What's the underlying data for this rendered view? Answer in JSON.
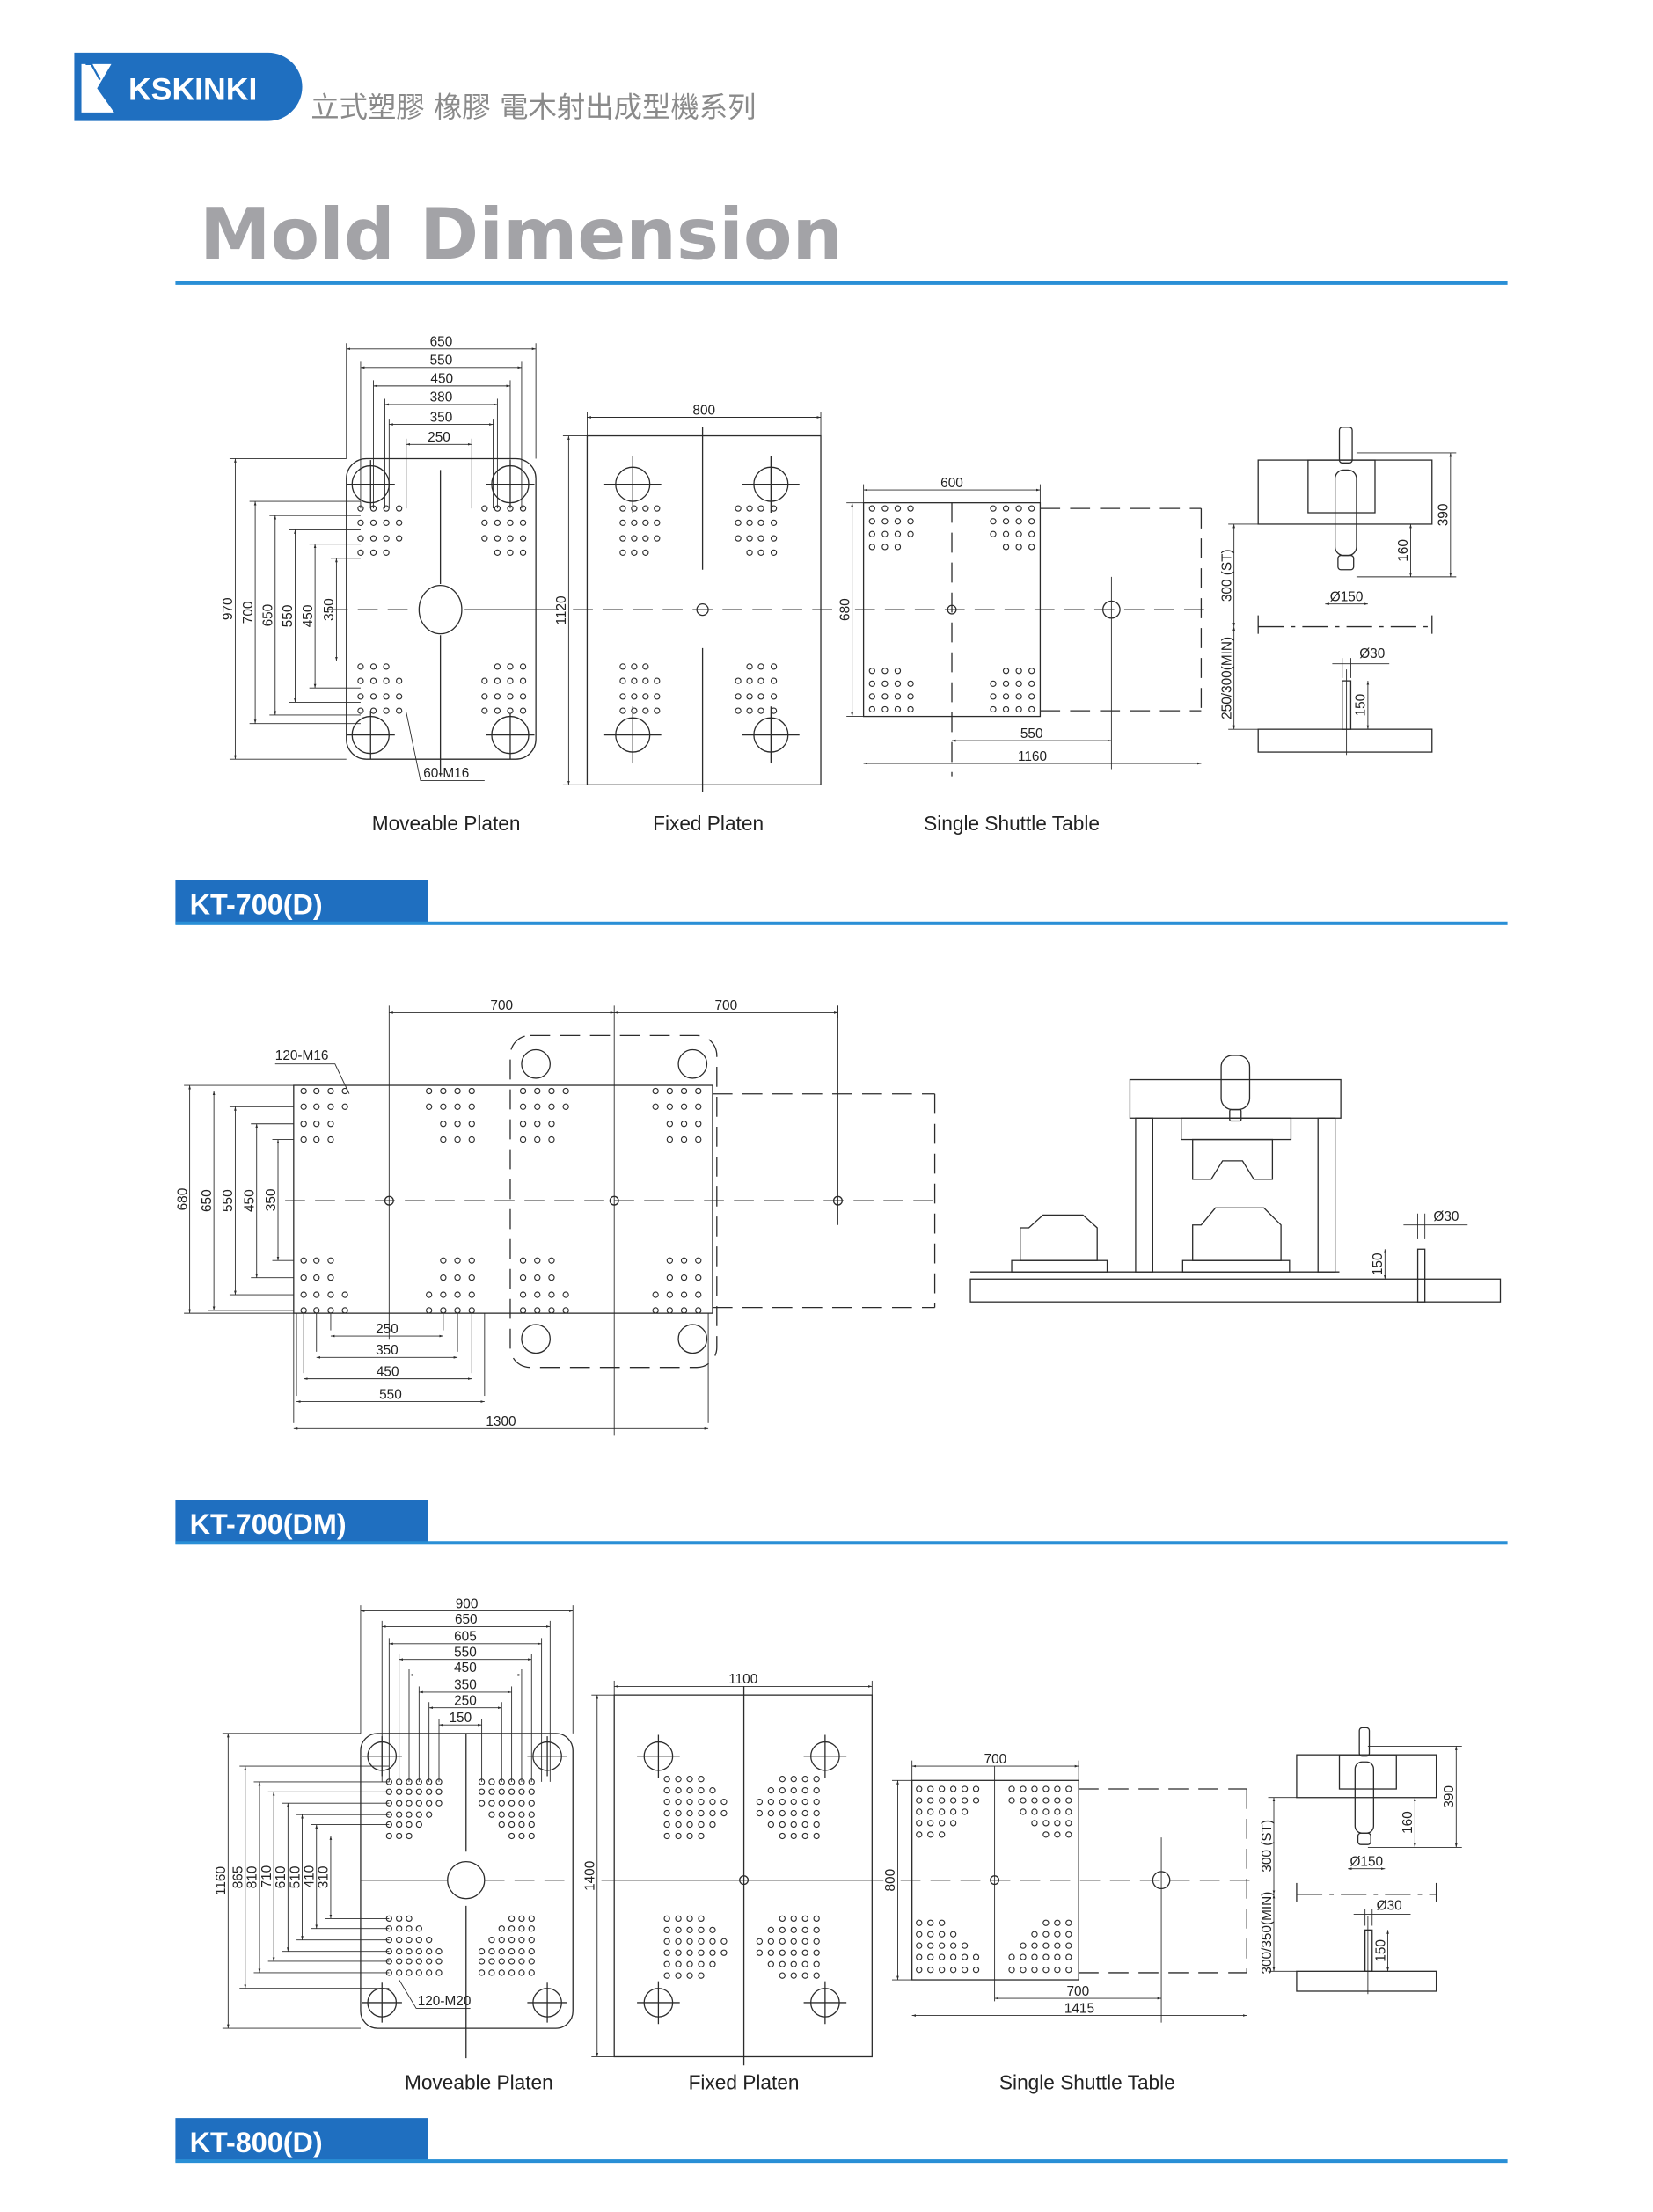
{
  "header": {
    "brand": "KSKINKI",
    "subtitle": "立式塑膠  橡膠  電木射出成型機系列"
  },
  "title": "Mold Dimension",
  "colors": {
    "accent": "#1f6fc0",
    "rule": "#2a8fd6",
    "title_gray": "#a3a3a7"
  },
  "kt700d": {
    "model": "KT-700(D)",
    "moveable": {
      "caption": "Moveable Platen",
      "width_dims": [
        "650",
        "550",
        "450",
        "380",
        "350",
        "250"
      ],
      "height_dims": [
        "970",
        "700",
        "650",
        "550",
        "450",
        "350"
      ],
      "holes": "60-M16"
    },
    "fixed": {
      "caption": "Fixed Platen",
      "width": "800",
      "height": "1120"
    },
    "shuttle": {
      "caption": "Single Shuttle Table",
      "width": "600",
      "height": "680",
      "offset": "550",
      "total": "1160"
    },
    "side": {
      "h390": "390",
      "h160": "160",
      "nozzle": "Ø150",
      "stroke": "300 (ST)",
      "min": "250/300(MIN)",
      "pin_d": "Ø30",
      "pin_h": "150"
    }
  },
  "kt700dm": {
    "model": "KT-700(DM)",
    "platen": {
      "pitch_a": "700",
      "pitch_b": "700",
      "holes": "120-M16",
      "height_dims": [
        "680",
        "650",
        "550",
        "450",
        "350"
      ],
      "width_dims": [
        "250",
        "350",
        "450",
        "550"
      ],
      "total": "1300"
    },
    "side": {
      "pin_d": "Ø30",
      "pin_h": "150"
    }
  },
  "kt800d": {
    "model": "KT-800(D)",
    "moveable": {
      "caption": "Moveable Platen",
      "width_dims": [
        "900",
        "650",
        "605",
        "550",
        "450",
        "350",
        "250",
        "150"
      ],
      "height_dims": [
        "1160",
        "865",
        "810",
        "710",
        "610",
        "510",
        "410",
        "310"
      ],
      "holes": "120-M20"
    },
    "fixed": {
      "caption": "Fixed Platen",
      "width": "1100",
      "height": "1400"
    },
    "shuttle": {
      "caption": "Single Shuttle Table",
      "width": "700",
      "height": "800",
      "offset": "700",
      "total": "1415"
    },
    "side": {
      "h390": "390",
      "h160": "160",
      "nozzle": "Ø150",
      "stroke": "300 (ST)",
      "min": "300/350(MIN)",
      "pin_d": "Ø30",
      "pin_h": "150"
    }
  }
}
